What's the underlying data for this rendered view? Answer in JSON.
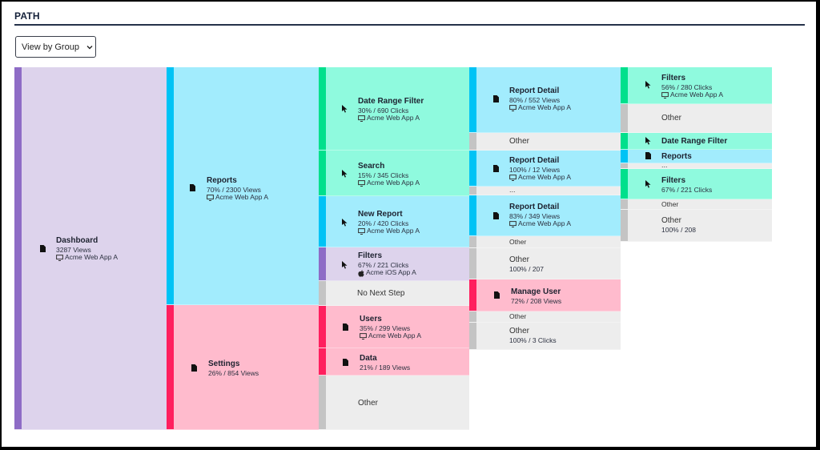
{
  "header": {
    "title": "PATH",
    "view_selector": {
      "label": "View by Group",
      "icon": "chevron-down-icon"
    }
  },
  "colors": {
    "page": "#a2ecfd",
    "page_accent": "#00c3f5",
    "click": "#8ffade",
    "click_accent": "#00e08c",
    "settings": "#ffbbcd",
    "settings_accent": "#ff1f5e",
    "root": "#ddd3ec",
    "root_accent": "#8e6cc6",
    "other": "#ededed",
    "other_accent": "#c4c4c4"
  },
  "columns": [
    {
      "nodes": [
        {
          "label": "Dashboard",
          "stat": "3287 Views",
          "platform": "Acme Web App A",
          "icon": "page-icon",
          "platform_icon": "monitor-icon"
        }
      ]
    },
    {
      "nodes": [
        {
          "label": "Reports",
          "stat": "70% / 2300 Views",
          "platform": "Acme Web App A",
          "icon": "page-icon",
          "platform_icon": "monitor-icon"
        },
        {
          "label": "Settings",
          "stat": "26% / 854 Views",
          "icon": "page-icon"
        }
      ]
    },
    {
      "nodes": [
        {
          "label": "Date Range Filter",
          "stat": "30% / 690 Clicks",
          "platform": "Acme Web App A",
          "icon": "cursor-icon",
          "platform_icon": "monitor-icon"
        },
        {
          "label": "Search",
          "stat": "15% / 345 Clicks",
          "platform": "Acme Web App A",
          "icon": "cursor-icon",
          "platform_icon": "monitor-icon"
        },
        {
          "label": "New Report",
          "stat": "20% / 420 Clicks",
          "platform": "Acme Web App A",
          "icon": "cursor-icon",
          "platform_icon": "monitor-icon"
        },
        {
          "label": "Filters",
          "stat": "67% / 221 Clicks",
          "platform": "Acme iOS App A",
          "icon": "cursor-icon",
          "platform_icon": "apple-icon"
        },
        {
          "label": "No Next Step"
        },
        {
          "label": "Users",
          "stat": "35% / 299 Views",
          "platform": "Acme Web App A",
          "icon": "page-icon",
          "platform_icon": "monitor-icon"
        },
        {
          "label": "Data",
          "stat": "21% / 189 Views",
          "icon": "page-icon"
        },
        {
          "label": "Other"
        }
      ]
    },
    {
      "nodes": [
        {
          "label": "Report Detail",
          "stat": "80% / 552 Views",
          "platform": "Acme Web App A",
          "icon": "page-icon",
          "platform_icon": "monitor-icon"
        },
        {
          "label": "Other"
        },
        {
          "label": "Report Detail",
          "stat": "100% / 12 Views",
          "platform": "Acme Web App A",
          "icon": "page-icon",
          "platform_icon": "monitor-icon"
        },
        {
          "label": "..."
        },
        {
          "label": "Report Detail",
          "stat": "83% / 349 Views",
          "platform": "Acme Web App A",
          "icon": "page-icon",
          "platform_icon": "monitor-icon"
        },
        {
          "label": "Other"
        },
        {
          "label": "Other",
          "stat": "100% / 207"
        },
        {
          "label": "Manage User",
          "stat": "72% / 208 Views",
          "icon": "page-icon"
        },
        {
          "label": "Other"
        },
        {
          "label": "Other",
          "stat": "100% / 3 Clicks"
        }
      ]
    },
    {
      "nodes": [
        {
          "label": "Filters",
          "stat": "56% / 280 Clicks",
          "platform": "Acme Web App A",
          "icon": "cursor-icon",
          "platform_icon": "monitor-icon"
        },
        {
          "label": "Other"
        },
        {
          "label": "Date Range Filter",
          "icon": "cursor-icon"
        },
        {
          "label": "Reports",
          "icon": "page-icon"
        },
        {
          "label": "..."
        },
        {
          "label": "Filters",
          "stat": "67% / 221 Clicks",
          "icon": "cursor-icon"
        },
        {
          "label": "Other"
        },
        {
          "label": "Other",
          "stat": "100% / 208"
        }
      ]
    }
  ]
}
